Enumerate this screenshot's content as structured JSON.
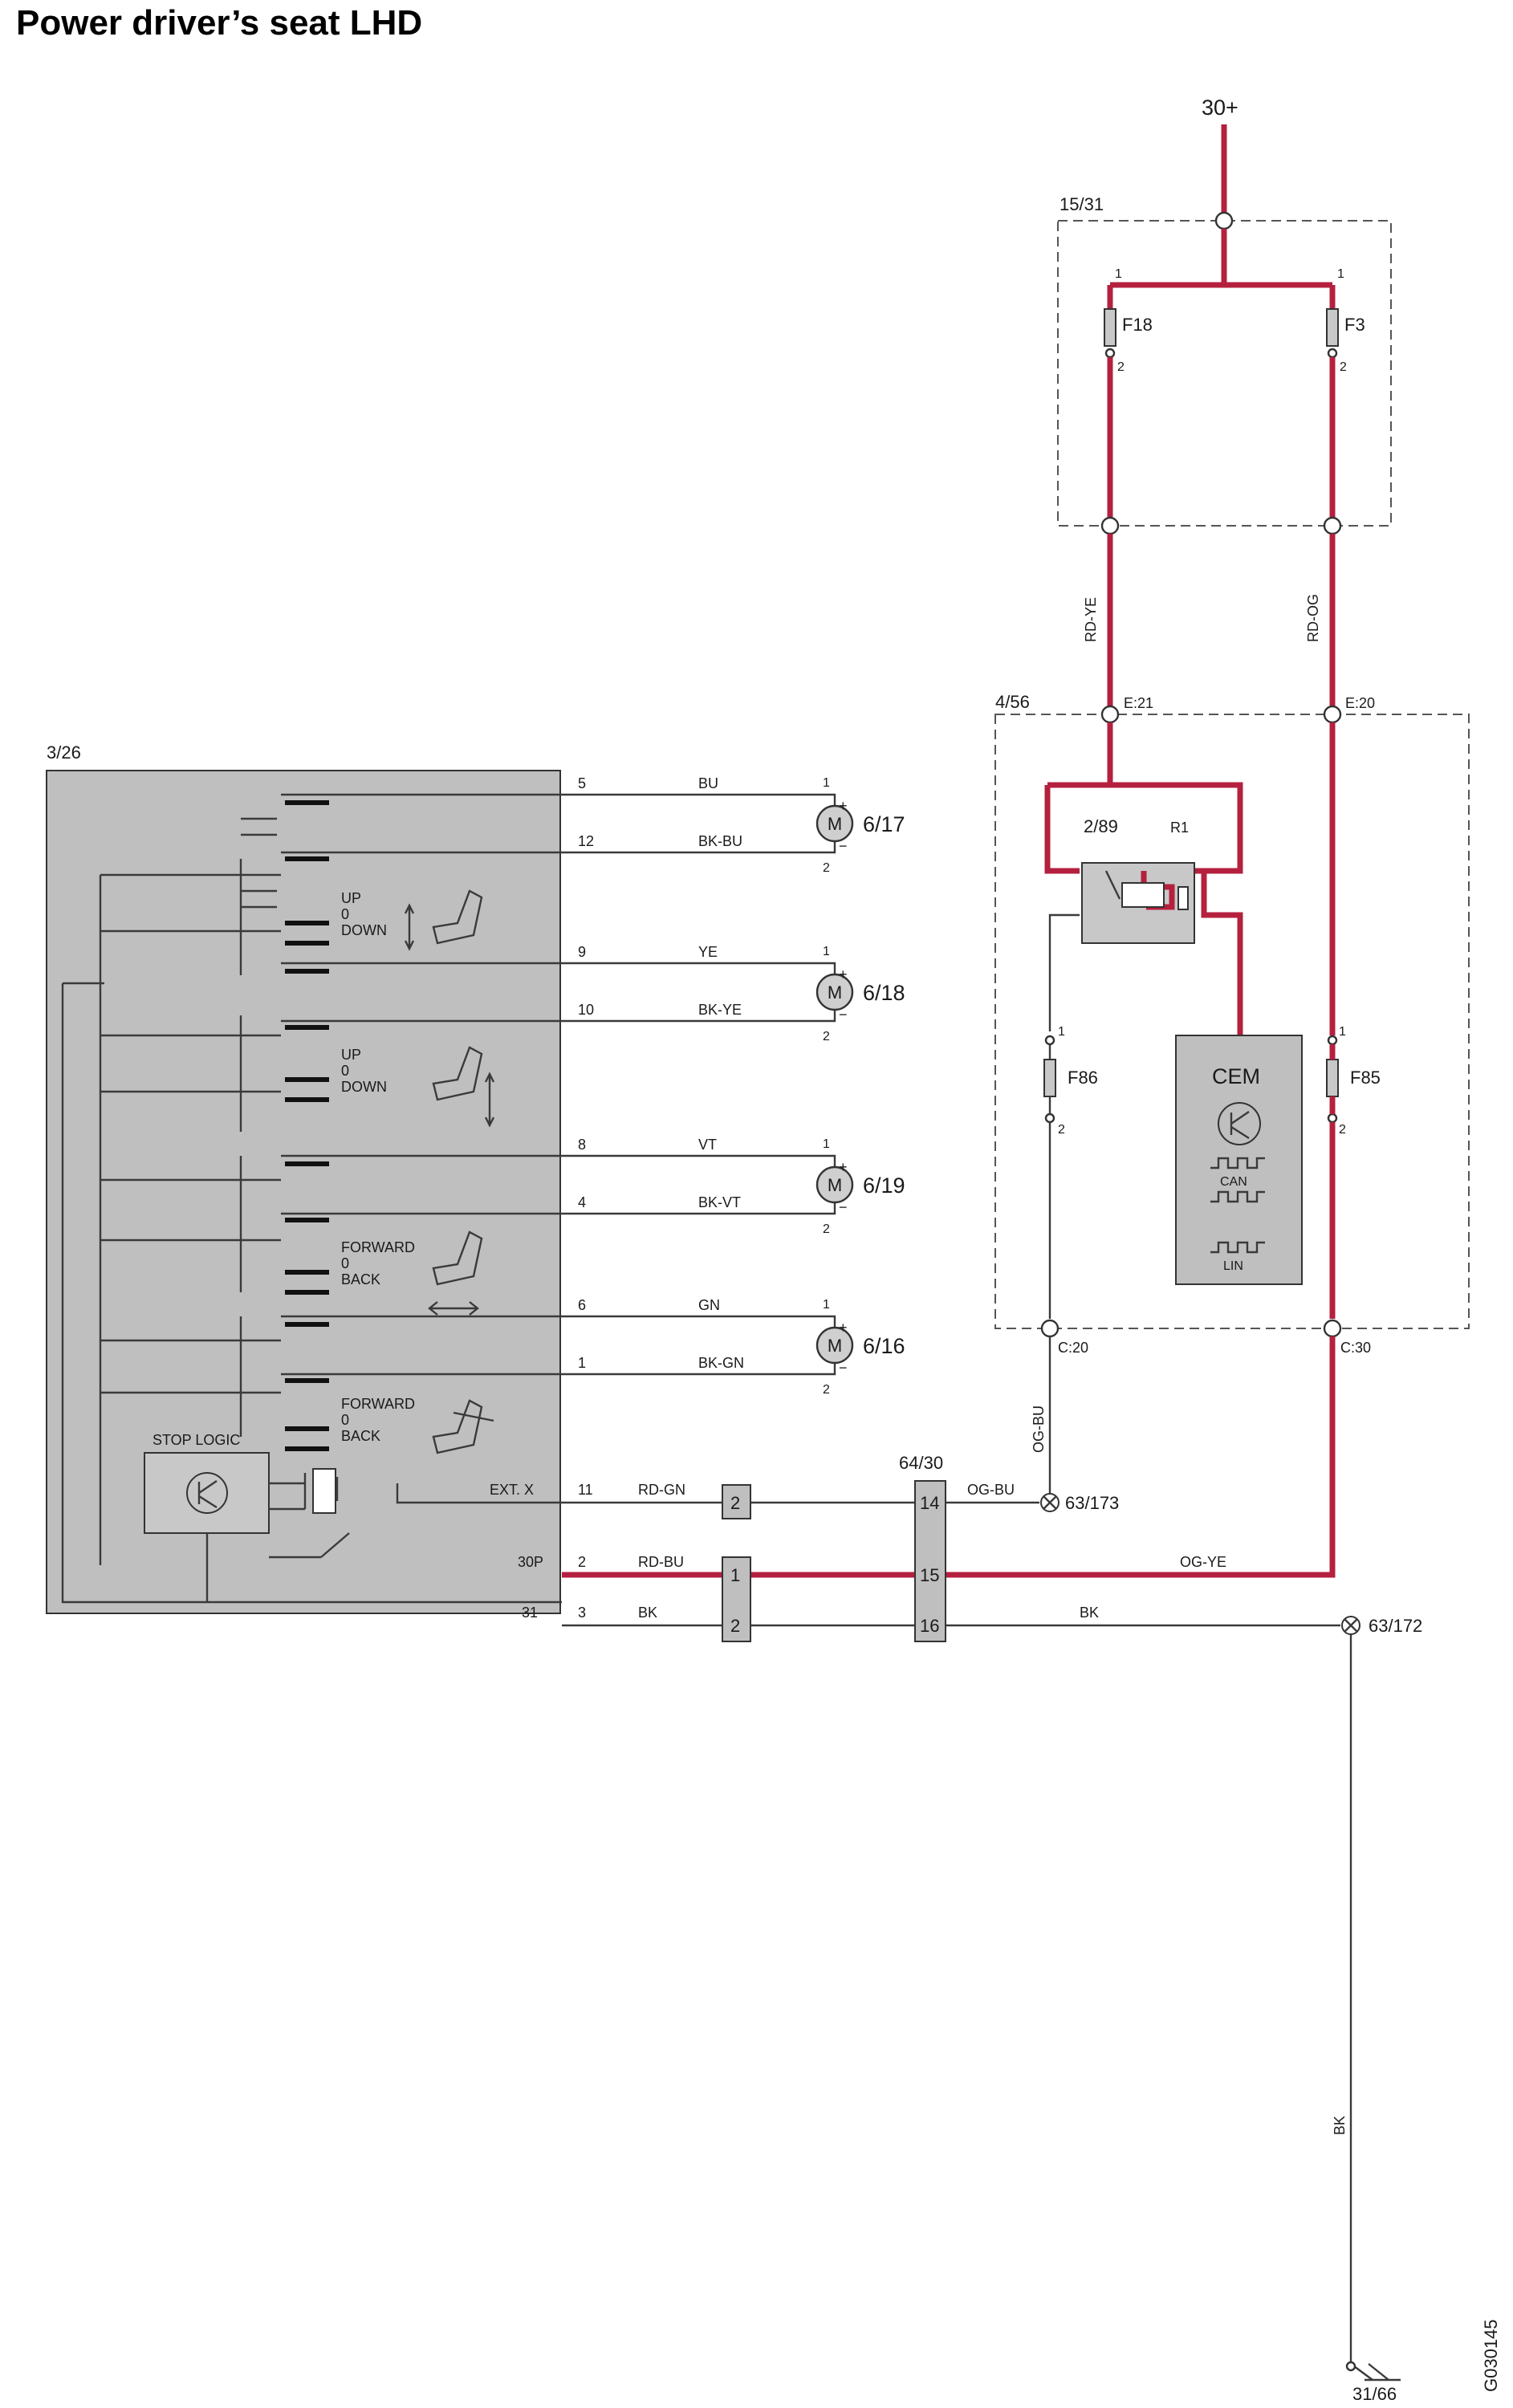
{
  "title": "Power driver’s seat LHD",
  "drawing_id": "G030145",
  "colors": {
    "power_wire": "#B5203F",
    "module_fill": "#BFBFBF"
  },
  "supply": {
    "label": "30+"
  },
  "fuse_box": {
    "id": "15/31",
    "fuses": [
      {
        "name": "F18",
        "pin_in": "1",
        "pin_out": "2",
        "wire": "RD-YE"
      },
      {
        "name": "F3",
        "pin_in": "1",
        "pin_out": "2",
        "wire": "RD-OG"
      }
    ]
  },
  "cem_box": {
    "id": "4/56",
    "conn_left": "E:21",
    "conn_right": "E:20",
    "relay": {
      "id": "2/89",
      "pin": "R1"
    },
    "cem_label": "CEM",
    "can_label": "CAN",
    "lin_label": "LIN",
    "fuse_left": {
      "name": "F86",
      "pin_in": "1",
      "pin_out": "2"
    },
    "fuse_right": {
      "name": "F85",
      "pin_in": "1",
      "pin_out": "2"
    },
    "out_left": "C:20",
    "out_right": "C:30"
  },
  "seat_module": {
    "id": "3/26",
    "stop_logic": "STOP LOGIC",
    "labels": [
      {
        "up": "UP",
        "zero": "0",
        "down": "DOWN"
      },
      {
        "up": "UP",
        "zero": "0",
        "down": "DOWN"
      },
      {
        "up": "FORWARD",
        "zero": "0",
        "down": "BACK"
      },
      {
        "up": "FORWARD",
        "zero": "0",
        "down": "BACK"
      }
    ],
    "ext_label": "EXT. X",
    "p30_label": "30P",
    "p31_label": "31"
  },
  "motors": [
    {
      "id": "6/17",
      "pin_a": "5",
      "wire_a": "BU",
      "pin_b": "12",
      "wire_b": "BK-BU",
      "t1": "1",
      "t2": "2",
      "plus": "+",
      "minus": "−",
      "symbol": "M"
    },
    {
      "id": "6/18",
      "pin_a": "9",
      "wire_a": "YE",
      "pin_b": "10",
      "wire_b": "BK-YE",
      "t1": "1",
      "t2": "2",
      "plus": "+",
      "minus": "−",
      "symbol": "M"
    },
    {
      "id": "6/19",
      "pin_a": "8",
      "wire_a": "VT",
      "pin_b": "4",
      "wire_b": "BK-VT",
      "t1": "1",
      "t2": "2",
      "plus": "+",
      "minus": "−",
      "symbol": "M"
    },
    {
      "id": "6/16",
      "pin_a": "6",
      "wire_a": "GN",
      "pin_b": "1",
      "wire_b": "BK-GN",
      "t1": "1",
      "t2": "2",
      "plus": "+",
      "minus": "−",
      "symbol": "M"
    }
  ],
  "bottom_wires": [
    {
      "pin": "11",
      "wire": "RD-GN",
      "conn1": "2",
      "conn2": "14",
      "wire2": "OG-BU",
      "end": "63/173"
    },
    {
      "pin": "2",
      "wire": "RD-BU",
      "conn1": "1",
      "conn2": "15",
      "wire2": "OG-YE"
    },
    {
      "pin": "3",
      "wire": "BK",
      "conn1": "2",
      "conn2": "16",
      "wire2": "BK",
      "end": "63/172"
    }
  ],
  "connector_64": "64/30",
  "wire_c20": "OG-BU",
  "ground": {
    "wire": "BK",
    "label": "31/66"
  }
}
